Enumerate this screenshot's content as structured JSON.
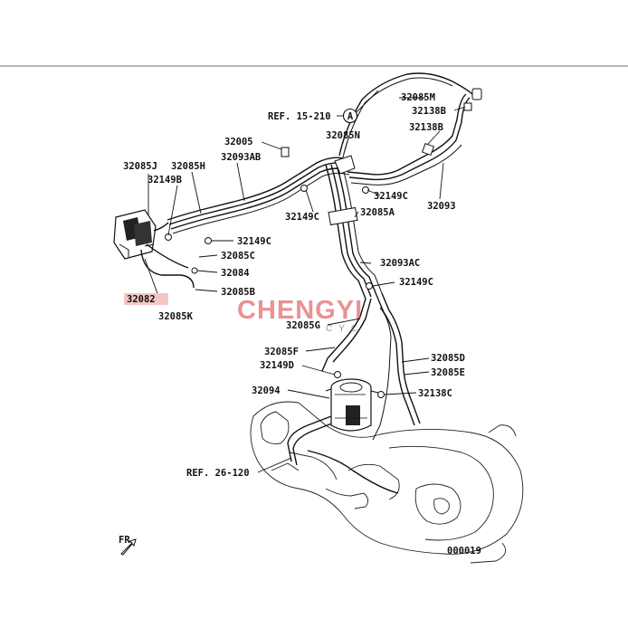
{
  "labels": {
    "ref_15_210": "REF. 15-210",
    "ref_circle": "A",
    "p32085M": "32085M",
    "p32138B_a": "32138B",
    "p32138B_b": "32138B",
    "p32005": "32005",
    "p32085N": "32085N",
    "p32093AB": "32093AB",
    "p32085J": "32085J",
    "p32085H": "32085H",
    "p32149B": "32149B",
    "p32149C_a": "32149C",
    "p32149C_b": "32149C",
    "p32093": "32093",
    "p32085A": "32085A",
    "p32149C_c": "32149C",
    "p32085C": "32085C",
    "p32084": "32084",
    "p32085B": "32085B",
    "p32082": "32082",
    "p32085K": "32085K",
    "p32093AC": "32093AC",
    "p32149C_d": "32149C",
    "p32085G": "32085G",
    "p32085F": "32085F",
    "p32085D": "32085D",
    "p32149D": "32149D",
    "p32085E": "32085E",
    "p32094": "32094",
    "p32138C": "32138C",
    "ref_26_120": "REF. 26-120",
    "fr": "FR",
    "code": "000019"
  },
  "watermark": {
    "brand": "CHENGYI",
    "sub": "CYC"
  },
  "colors": {
    "highlight": "#f5c6c6",
    "watermark": "#d93a3a"
  }
}
